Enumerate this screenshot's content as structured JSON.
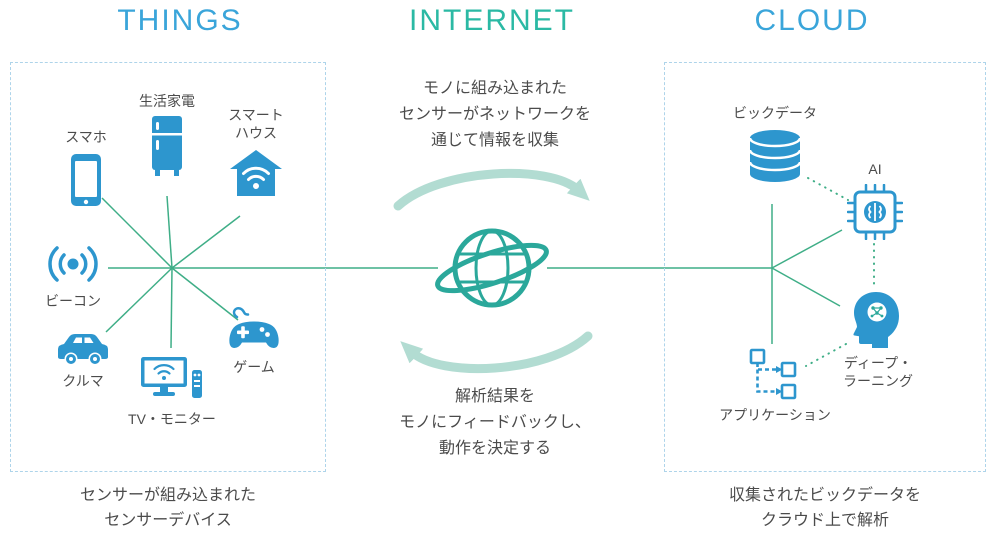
{
  "header": {
    "things": "THINGS",
    "internet": "INTERNET",
    "cloud": "CLOUD"
  },
  "colors": {
    "heading_blue": "#3aa5da",
    "heading_teal": "#2bb9a4",
    "icon_blue": "#2d96ce",
    "line_green": "#3fae87",
    "arrow_teal": "#b2dcd2",
    "globe_teal": "#2ba89b",
    "text_dark": "#4b4b4b",
    "dashed_border": "#aed4ea"
  },
  "things": {
    "items": [
      {
        "label": "スマホ",
        "icon": "smartphone-icon"
      },
      {
        "label": "生活家電",
        "icon": "fridge-icon"
      },
      {
        "label": "スマート\nハウス",
        "icon": "smart-house-icon"
      },
      {
        "label": "ビーコン",
        "icon": "beacon-icon"
      },
      {
        "label": "クルマ",
        "icon": "car-icon"
      },
      {
        "label": "TV・モニター",
        "icon": "tv-monitor-icon"
      },
      {
        "label": "ゲーム",
        "icon": "game-controller-icon"
      }
    ],
    "caption": "センサーが組み込まれた\nセンサーデバイス"
  },
  "internet": {
    "top_text": "モノに組み込まれた\nセンサーがネットワークを\n通じて情報を収集",
    "bottom_text": "解析結果を\nモノにフィードバックし、\n動作を決定する"
  },
  "cloud": {
    "items": [
      {
        "label": "ビックデータ",
        "icon": "big-data-icon"
      },
      {
        "label": "AI",
        "icon": "ai-chip-icon"
      },
      {
        "label": "ディープ・\nラーニング",
        "icon": "deep-learning-icon"
      },
      {
        "label": "アプリケーション",
        "icon": "application-icon"
      }
    ],
    "caption": "収集されたビックデータを\nクラウド上で解析"
  }
}
